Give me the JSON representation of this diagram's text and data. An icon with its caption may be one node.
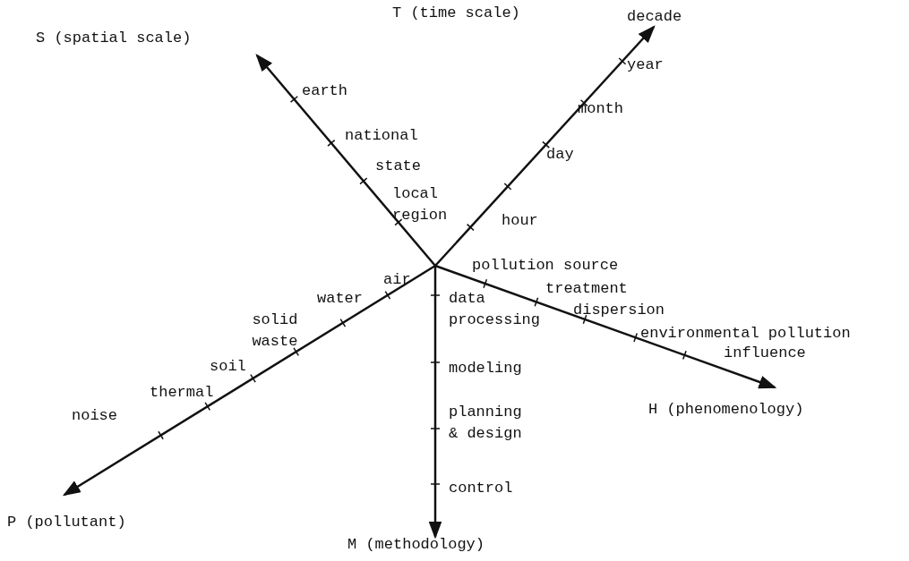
{
  "diagram": {
    "labels": [
      "T (time scale)",
      "decade",
      "S (spatial scale)",
      "year",
      "earth",
      "month",
      "national",
      "day",
      "state",
      "local region",
      "hour",
      "pollution source",
      "air",
      "treatment",
      "water",
      "data processing",
      "solid waste",
      "dispersion",
      "environmental pollution",
      "influence",
      "soil",
      "modeling",
      "thermal",
      "noise",
      "planning & design",
      "H (phenomenology)",
      "control",
      "P (pollutant)",
      "M (methodology)"
    ]
  }
}
